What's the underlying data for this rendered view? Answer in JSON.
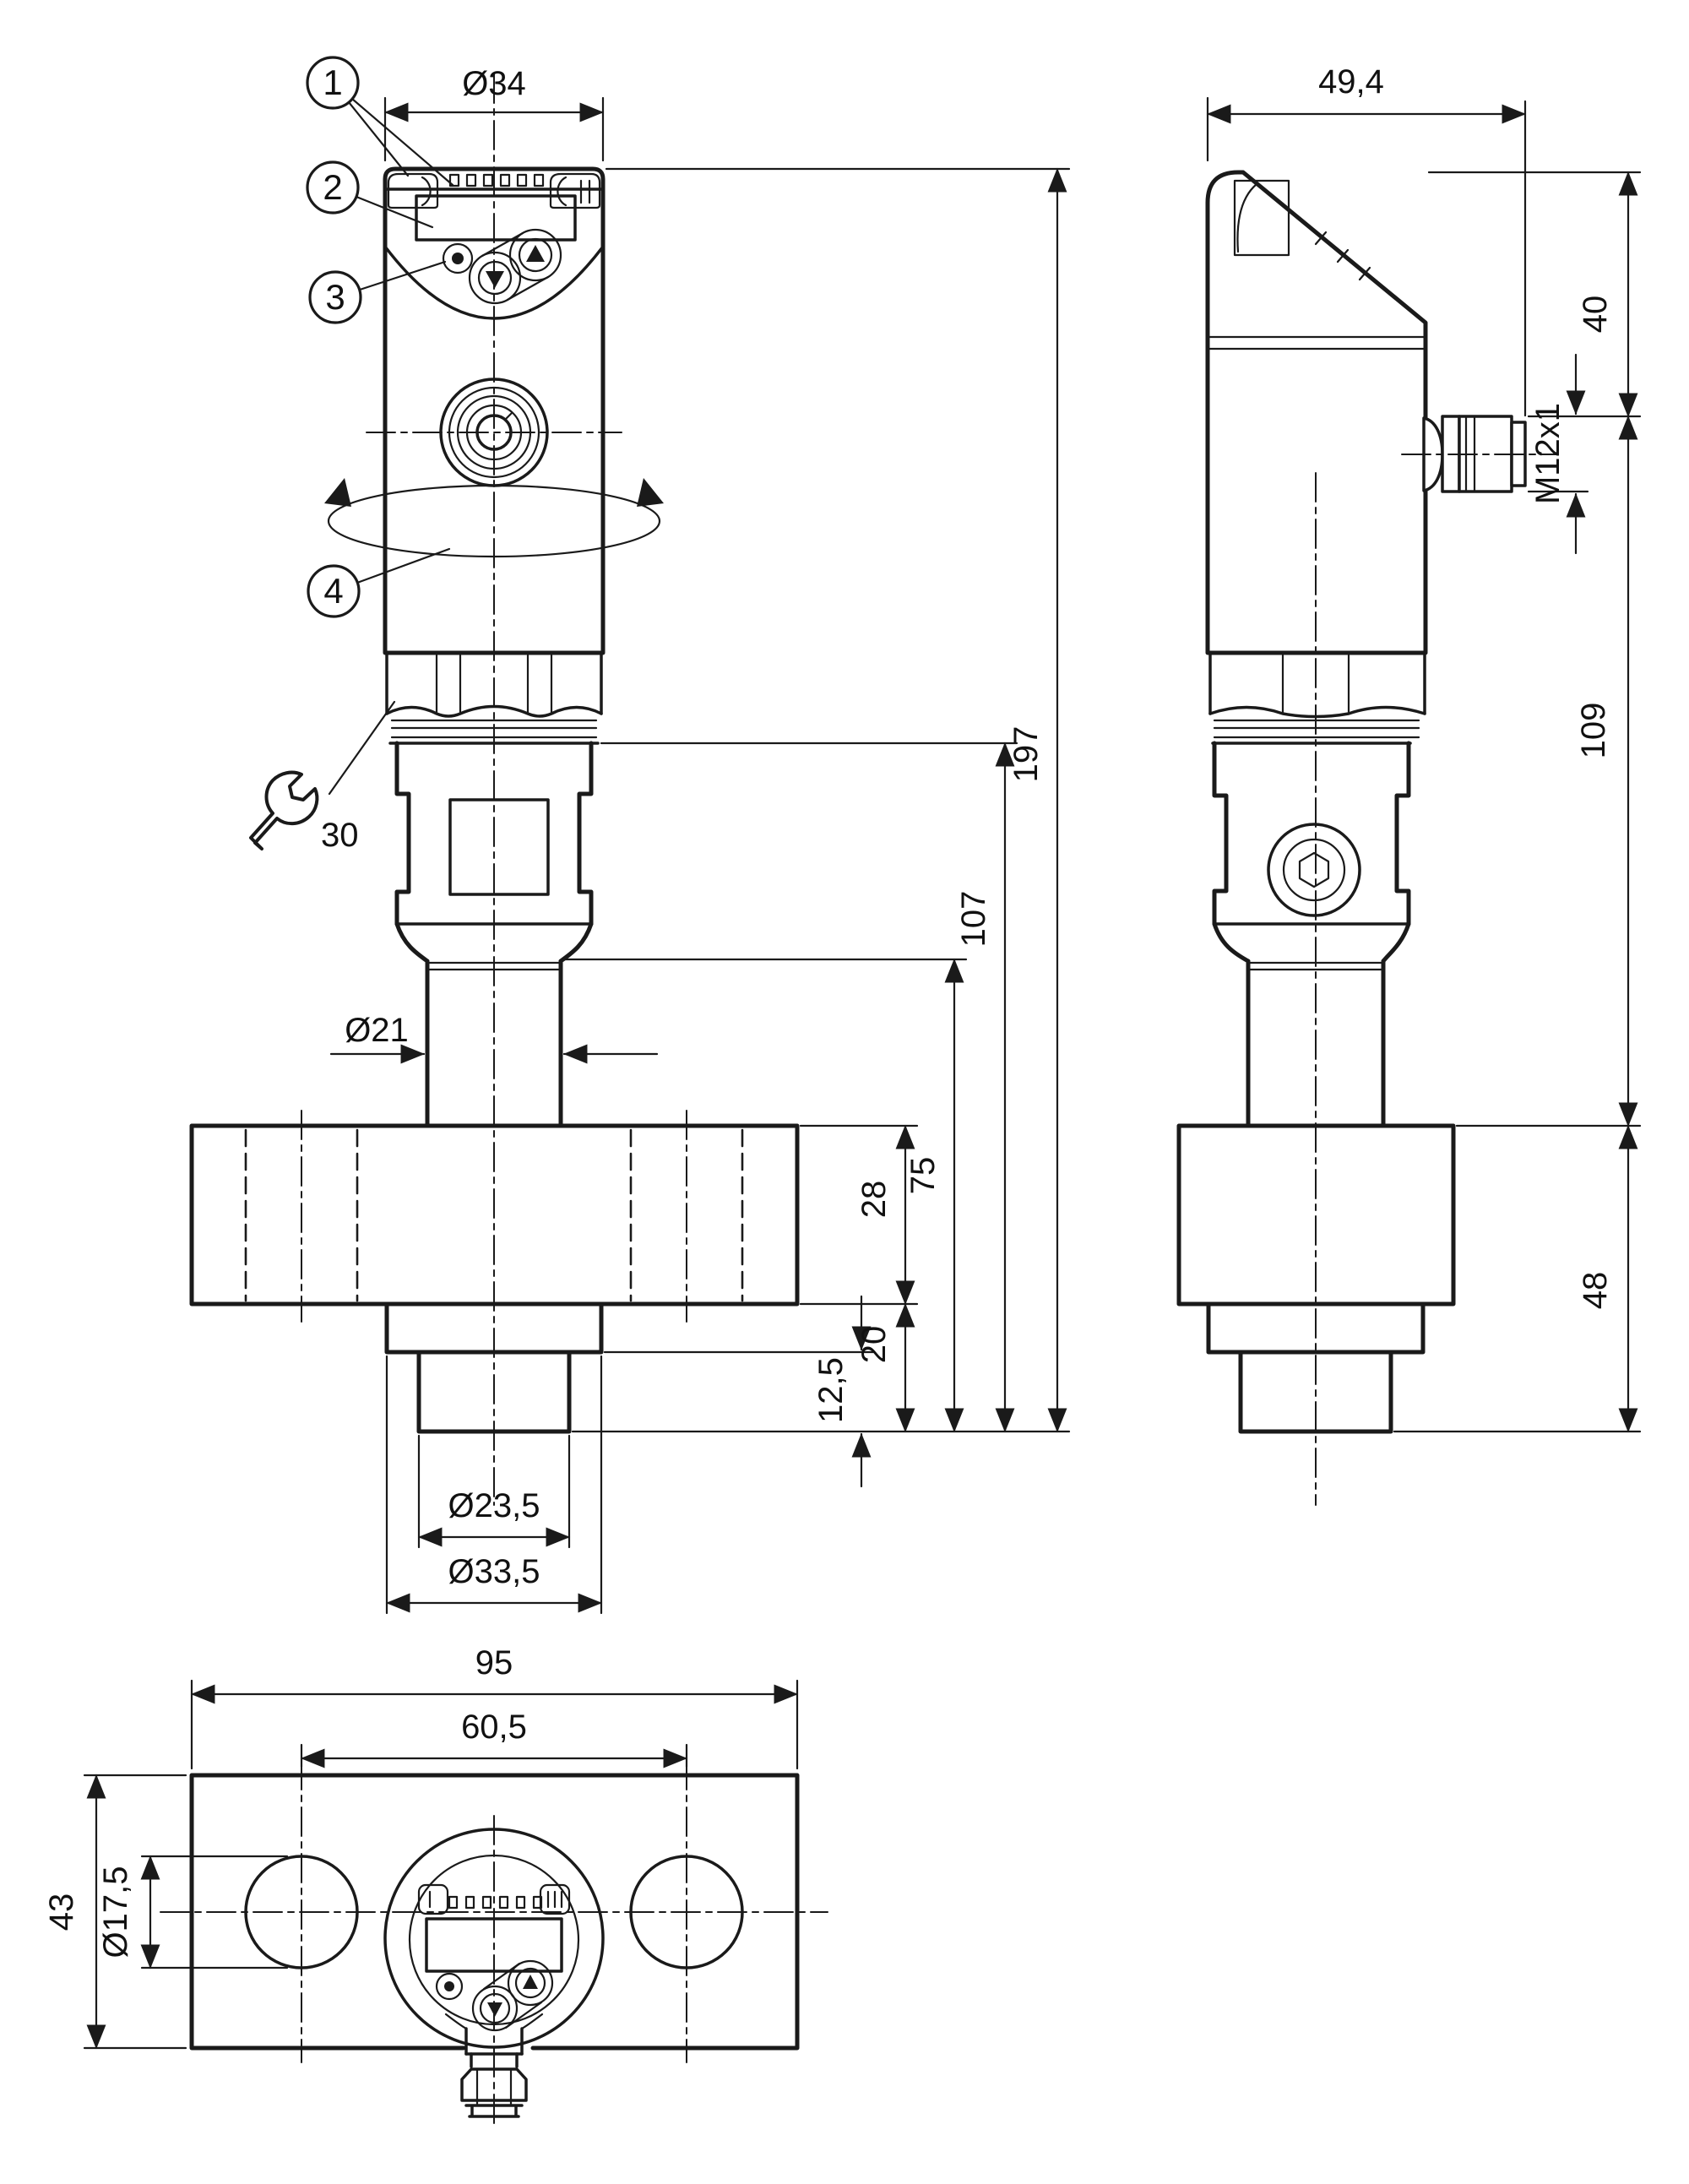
{
  "figure": {
    "type": "technical-dimension-drawing",
    "subject": "pressure sensor with display head and flange process adapter",
    "units": "mm",
    "line_color": "#1a1a1a",
    "background_color": "#ffffff"
  },
  "callouts": {
    "c1": "1",
    "c2": "2",
    "c3": "3",
    "c4": "4"
  },
  "wrench": {
    "size_label": "30"
  },
  "front_view": {
    "dims": {
      "head_dia": "Ø34",
      "stem_dia": "Ø21",
      "spigot_dia": "Ø23,5",
      "collar_dia": "Ø33,5",
      "spigot_h": "12,5",
      "below_flange_h": "20",
      "flange_h": "28",
      "stem_to_bottom_h": "75",
      "adapter_to_bottom_h": "107",
      "total_h": "197"
    }
  },
  "side_view": {
    "dims": {
      "depth": "49,4",
      "top_to_connector": "40",
      "connector_thread": "M12x1",
      "mid_section_h": "109",
      "flange_section_h": "48"
    }
  },
  "bottom_view": {
    "dims": {
      "plate_w": "95",
      "hole_spacing": "60,5",
      "plate_h": "43",
      "hole_dia": "Ø17,5"
    }
  }
}
